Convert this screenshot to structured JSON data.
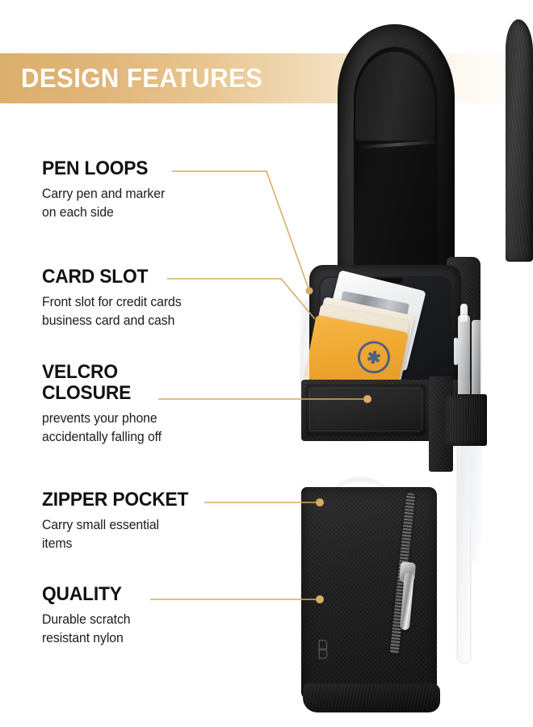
{
  "banner": {
    "title": "DESIGN FEATURES",
    "gradient_start": "#dcaf6d",
    "gradient_end": "#ffffff"
  },
  "accent_color": "#d6a963",
  "features": [
    {
      "id": "pen-loops",
      "heading": "PEN LOOPS",
      "body_line1": "Carry pen and marker",
      "body_line2": "on each side"
    },
    {
      "id": "card-slot",
      "heading": "CARD SLOT",
      "body_line1": "Front slot for credit cards",
      "body_line2": "business card and cash"
    },
    {
      "id": "velcro-closure",
      "heading_line1": "VELCRO",
      "heading_line2": "CLOSURE",
      "body_line1": "prevents your phone",
      "body_line2": "accidentally falling off"
    },
    {
      "id": "zipper-pocket",
      "heading": "ZIPPER POCKET",
      "body_line1": "Carry small essential",
      "body_line2": "items"
    },
    {
      "id": "quality",
      "heading": "QUALITY",
      "body_line1": "Durable scratch",
      "body_line2": "resistant nylon"
    }
  ],
  "product": {
    "name": "black nylon phone holster pouch",
    "parts": [
      "flap-velcro-closure",
      "phone-in-case",
      "card-slot-with-cards",
      "velcro-strap",
      "zipper-pocket",
      "pen-loop",
      "stylus-pen"
    ]
  }
}
